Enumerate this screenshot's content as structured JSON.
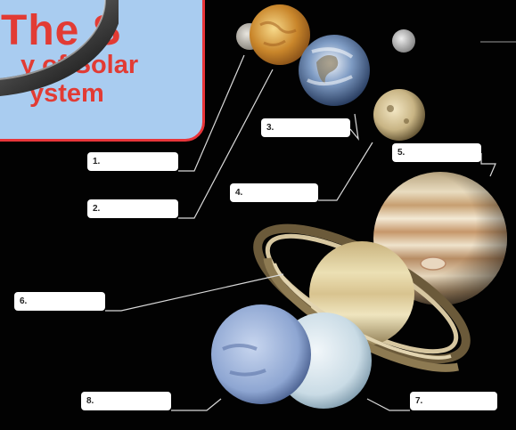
{
  "title": {
    "line1": "The S",
    "line2": "y of Solar",
    "line3": "ystem"
  },
  "labels": [
    {
      "number": "1."
    },
    {
      "number": "2."
    },
    {
      "number": "3."
    },
    {
      "number": "4."
    },
    {
      "number": "5."
    },
    {
      "number": "6."
    },
    {
      "number": "7."
    },
    {
      "number": "8."
    }
  ],
  "colors": {
    "background": "#000000",
    "title_panel": "#a9ccf0",
    "title_text": "#e23b34",
    "label_box": "#ffffff",
    "leader_line": "#d9d9d9"
  },
  "planets": [
    "mercury",
    "venus",
    "earth",
    "moon",
    "mars",
    "jupiter",
    "saturn",
    "uranus",
    "neptune"
  ]
}
